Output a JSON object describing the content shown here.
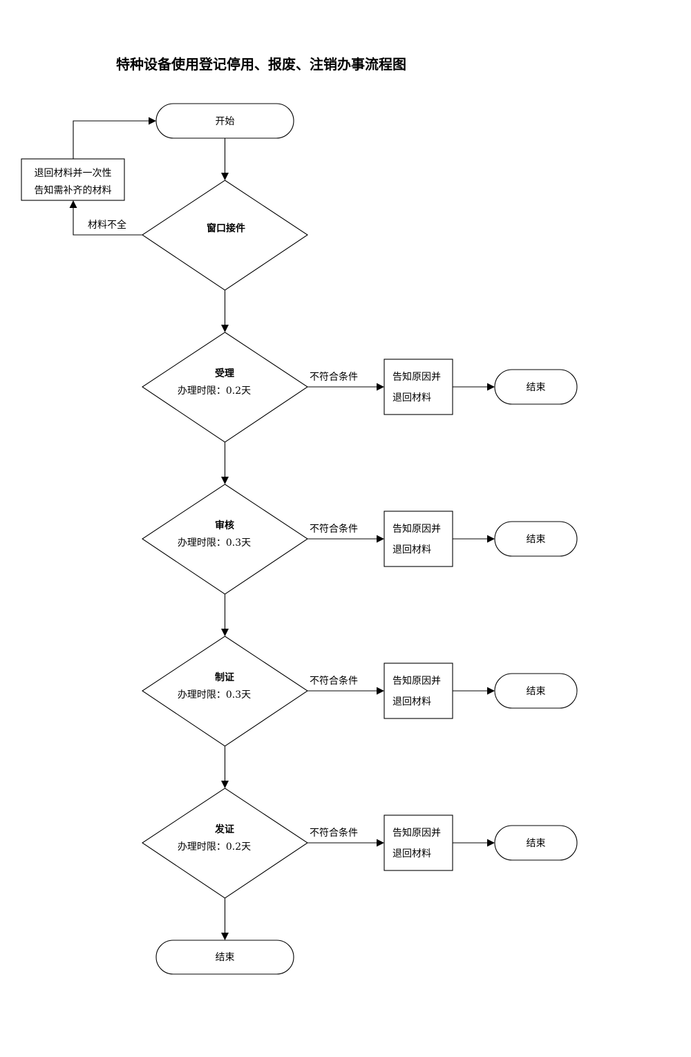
{
  "title": "特种设备使用登记停用、报废、注销办事流程图",
  "start": {
    "label": "开始"
  },
  "intake": {
    "label": "窗口接件",
    "fail_label": "材料不全",
    "return_box": {
      "line1": "退回材料并一次性",
      "line2": "告知需补齐的材料"
    }
  },
  "steps": [
    {
      "name": "受理",
      "time": "办理时限：0.2天",
      "fail_label": "不符合条件",
      "box": {
        "line1": "告知原因并",
        "line2": "退回材料"
      },
      "end_label": "结束"
    },
    {
      "name": "审核",
      "time": "办理时限：0.3天",
      "fail_label": "不符合条件",
      "box": {
        "line1": "告知原因并",
        "line2": "退回材料"
      },
      "end_label": "结束"
    },
    {
      "name": "制证",
      "time": "办理时限：0.3天",
      "fail_label": "不符合条件",
      "box": {
        "line1": "告知原因并",
        "line2": "退回材料"
      },
      "end_label": "结束"
    },
    {
      "name": "发证",
      "time": "办理时限：0.2天",
      "fail_label": "不符合条件",
      "box": {
        "line1": "告知原因并",
        "line2": "退回材料"
      },
      "end_label": "结束"
    }
  ],
  "end": {
    "label": "结束"
  }
}
